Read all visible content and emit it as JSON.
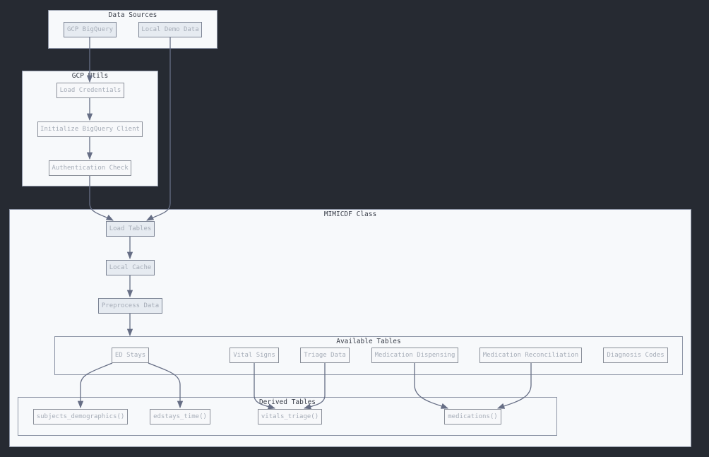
{
  "clusters": {
    "data_sources": "Data Sources",
    "gcp_utils": "GCP Utils",
    "mimic_class": "MIMICDF Class",
    "available_tables": "Available Tables",
    "derived_tables": "Derived Tables"
  },
  "nodes": {
    "gcp_bigquery": "GCP BigQuery",
    "local_demo_data": "Local Demo Data",
    "load_credentials": "Load Credentials",
    "init_bigquery_client": "Initialize BigQuery Client",
    "auth_check": "Authentication Check",
    "load_tables": "Load Tables",
    "local_cache": "Local Cache",
    "preprocess_data": "Preprocess Data",
    "ed_stays": "ED Stays",
    "vital_signs": "Vital Signs",
    "triage_data": "Triage Data",
    "medication_dispensing": "Medication Dispensing",
    "medication_reconciliation": "Medication Reconciliation",
    "diagnosis_codes": "Diagnosis Codes",
    "subjects_demographics": "subjects_demographics()",
    "edstays_time": "edstays_time()",
    "vitals_triage": "vitals_triage()",
    "medications": "medications()"
  },
  "colors": {
    "background": "#262a32",
    "cluster_fill": "#f7f9fb",
    "edge": "#666e85"
  }
}
